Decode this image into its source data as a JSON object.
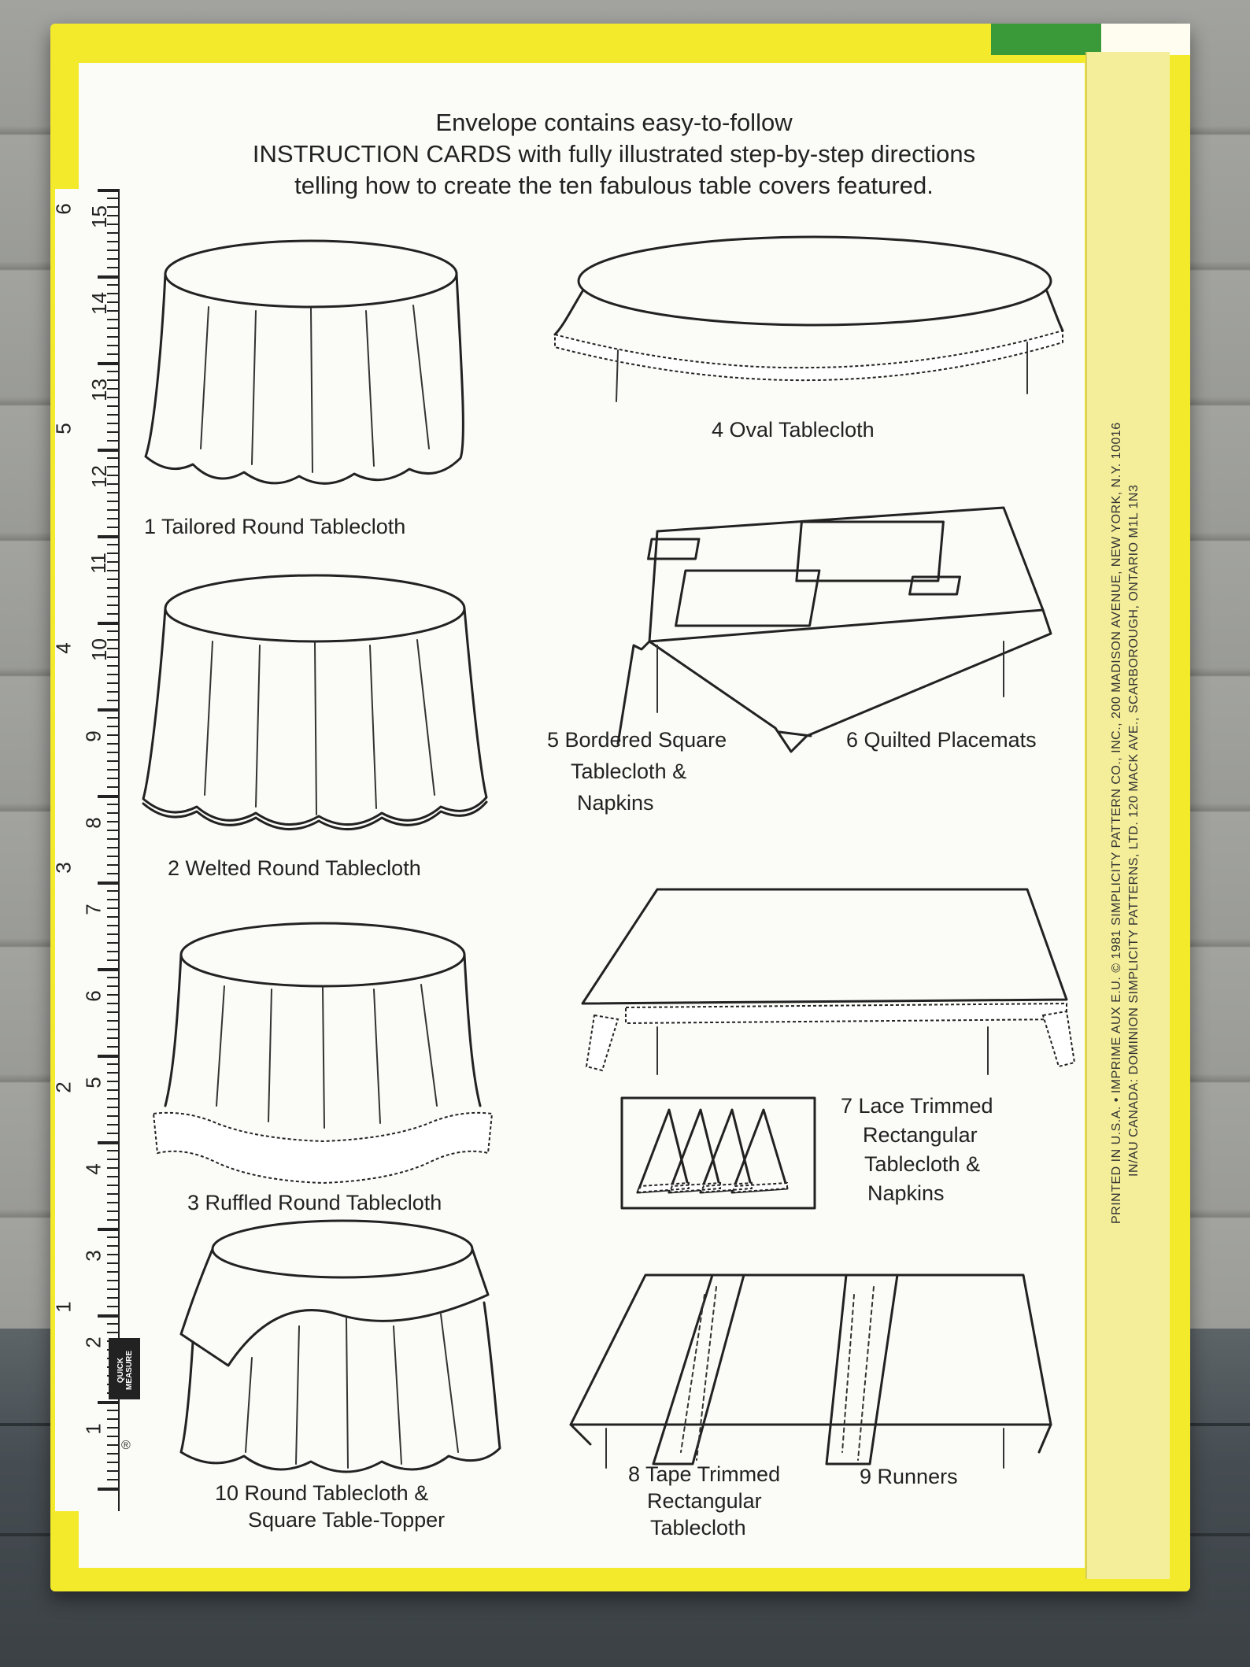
{
  "intro": {
    "line1": "Envelope contains easy-to-follow",
    "line2": "INSTRUCTION CARDS with fully illustrated step-by-step directions",
    "line3": "telling how to create the ten fabulous table covers featured."
  },
  "items": [
    {
      "number": "1",
      "label": "1 Tailored Round Tablecloth"
    },
    {
      "number": "2",
      "label": "2 Welted Round Tablecloth"
    },
    {
      "number": "3",
      "label": "3 Ruffled Round Tablecloth"
    },
    {
      "number": "10",
      "lines": [
        "10 Round Tablecloth &",
        "Square Table-Topper"
      ]
    },
    {
      "number": "4",
      "label": "4 Oval Tablecloth"
    },
    {
      "number": "5",
      "lines": [
        "5 Bordered Square",
        "Tablecloth &",
        "Napkins"
      ]
    },
    {
      "number": "6",
      "label": "6 Quilted Placemats"
    },
    {
      "number": "7",
      "lines": [
        "7 Lace Trimmed",
        "Rectangular",
        "Tablecloth &",
        "Napkins"
      ]
    },
    {
      "number": "8",
      "lines": [
        "8 Tape Trimmed",
        "Rectangular",
        "Tablecloth"
      ]
    },
    {
      "number": "9",
      "label": "9 Runners"
    }
  ],
  "ruler": {
    "cm_labels": [
      "15",
      "14",
      "13",
      "12",
      "11",
      "10",
      "9",
      "8",
      "7",
      "6",
      "5",
      "4",
      "3",
      "2",
      "1"
    ],
    "inch_labels": [
      "6",
      "5",
      "4",
      "3",
      "2",
      "1"
    ],
    "brand": "QUICK MEASURE",
    "reg_mark": "®"
  },
  "printer": {
    "line1": "PRINTED IN U.S.A. • IMPRIME AUX E.U. © 1981 SIMPLICITY PATTERN CO., INC., 200 MADISON AVENUE, NEW YORK, N.Y. 10016",
    "line2": "IN/AU CANADA: DOMINION SIMPLICITY PATTERNS, LTD. 120 MACK AVE., SCARBOROUGH, ONTARIO M1L 1N3"
  },
  "colors": {
    "envelope": "#f3ea2c",
    "accent_green": "#3a9a3a",
    "paper": "#fbfbf7",
    "ink": "#222222"
  }
}
